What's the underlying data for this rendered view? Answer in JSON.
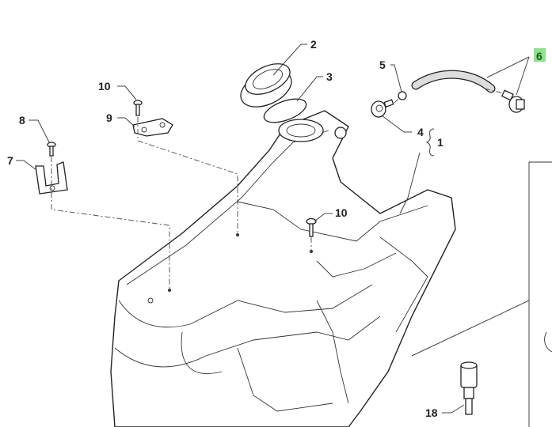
{
  "diagram": {
    "callouts": [
      {
        "id": "label-2",
        "text": "2"
      },
      {
        "id": "label-3",
        "text": "3"
      },
      {
        "id": "label-5",
        "text": "5"
      },
      {
        "id": "label-6",
        "text": "6",
        "highlighted": true
      },
      {
        "id": "label-10-top",
        "text": "10"
      },
      {
        "id": "label-9",
        "text": "9"
      },
      {
        "id": "label-8",
        "text": "8"
      },
      {
        "id": "label-7",
        "text": "7"
      },
      {
        "id": "label-4",
        "text": "4"
      },
      {
        "id": "label-1",
        "text": "1"
      },
      {
        "id": "label-10-mid",
        "text": "10"
      },
      {
        "id": "label-18",
        "text": "18"
      }
    ],
    "colors": {
      "highlight": "#8fe08f",
      "highlight_text": "#1a5e1a",
      "line": "#444444"
    }
  }
}
